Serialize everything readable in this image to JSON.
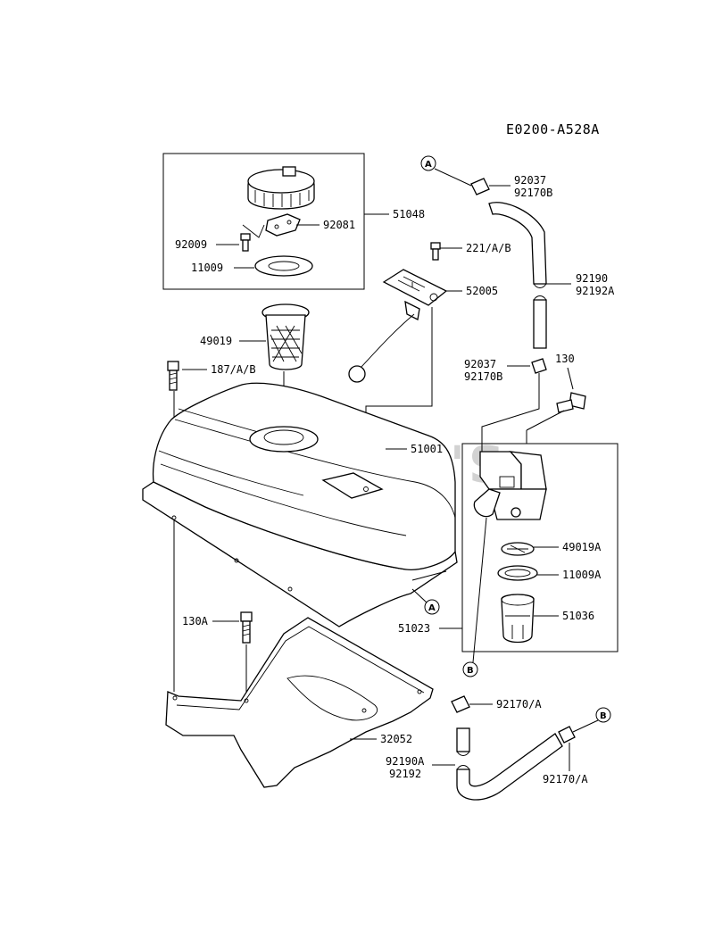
{
  "diagram_code": "E0200-A528A",
  "watermark": "CUTLER'S",
  "callouts": {
    "A": "A",
    "B": "B"
  },
  "labels": {
    "p51048": "51048",
    "p92081": "92081",
    "p92009": "92009",
    "p11009": "11009",
    "p221": "221/A/B",
    "p52005": "52005",
    "p49019": "49019",
    "p187": "187/A/B",
    "p51001": "51001",
    "p92037a": "92037",
    "p92170b_a": "92170B",
    "p92190": "92190",
    "p92192a": "92192A",
    "p92037b": "92037",
    "p92170b_b": "92170B",
    "p130": "130",
    "p49019a": "49019A",
    "p11009a": "11009A",
    "p51036": "51036",
    "p51023": "51023",
    "p130a": "130A",
    "p32052": "32052",
    "p92170a_1": "92170/A",
    "p92190a": "92190A",
    "p92192": "92192",
    "p92170a_2": "92170/A"
  }
}
